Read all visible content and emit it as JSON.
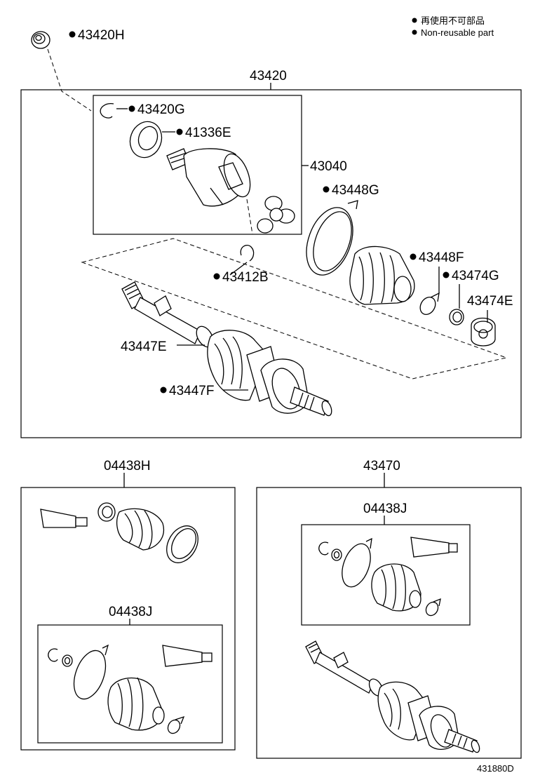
{
  "legend": {
    "jp": "再使用不可部品",
    "en": "Non-reusable part"
  },
  "labels": {
    "p43420H": "43420H",
    "p43420": "43420",
    "p43420G": "43420G",
    "p41336E": "41336E",
    "p43040": "43040",
    "p43448G": "43448G",
    "p43448F": "43448F",
    "p43412B": "43412B",
    "p43474G": "43474G",
    "p43474E": "43474E",
    "p43447E": "43447E",
    "p43447F": "43447F",
    "p04438H": "04438H",
    "p43470": "43470",
    "p04438J_right": "04438J",
    "p04438J_left": "04438J"
  },
  "diagram_id": "431880D",
  "colors": {
    "line": "#000000",
    "background": "#ffffff"
  }
}
